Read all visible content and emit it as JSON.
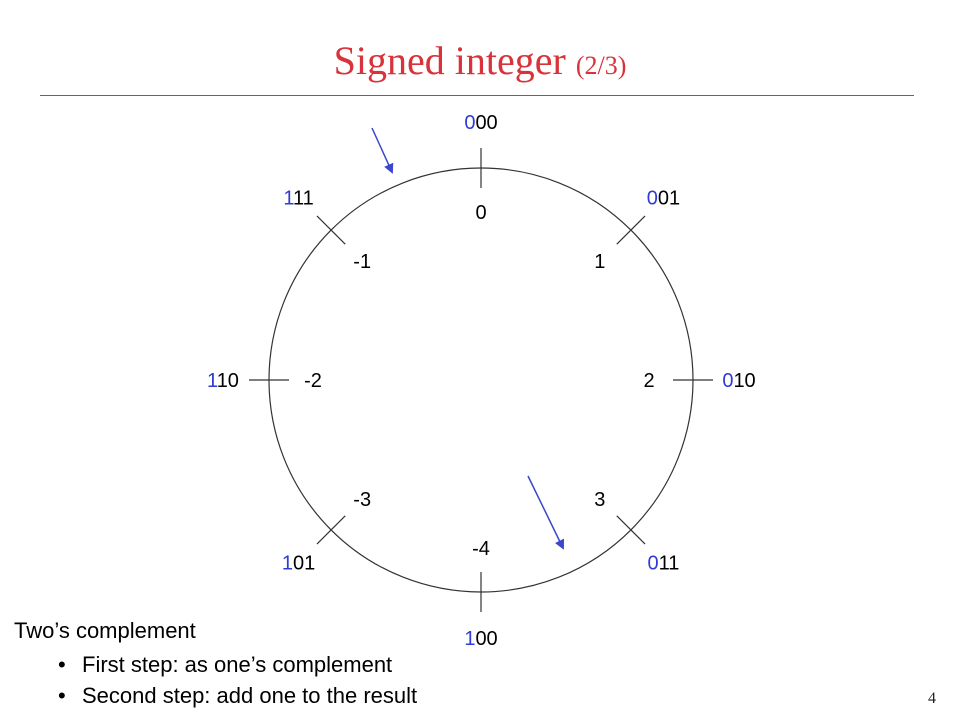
{
  "slide": {
    "title": "Signed integer",
    "title_suffix": "(2/3)",
    "page_number": "4"
  },
  "colors": {
    "title": "#d8323a",
    "bit_highlight": "#2e3bd6",
    "bit_normal": "#000000",
    "arrow": "#3a46cc"
  },
  "wheel": {
    "positions": [
      {
        "code_first": "0",
        "code_rest": "00",
        "value": "0"
      },
      {
        "code_first": "0",
        "code_rest": "01",
        "value": "1"
      },
      {
        "code_first": "0",
        "code_rest": "10",
        "value": "2"
      },
      {
        "code_first": "0",
        "code_rest": "11",
        "value": "3"
      },
      {
        "code_first": "1",
        "code_rest": "00",
        "value": "-4"
      },
      {
        "code_first": "1",
        "code_rest": "01",
        "value": "-3"
      },
      {
        "code_first": "1",
        "code_rest": "10",
        "value": "-2"
      },
      {
        "code_first": "1",
        "code_rest": "11",
        "value": "-1"
      }
    ]
  },
  "notes": {
    "heading": "Two’s complement",
    "bullets": [
      "First step: as one’s complement",
      "Second step: add one to the result"
    ]
  }
}
